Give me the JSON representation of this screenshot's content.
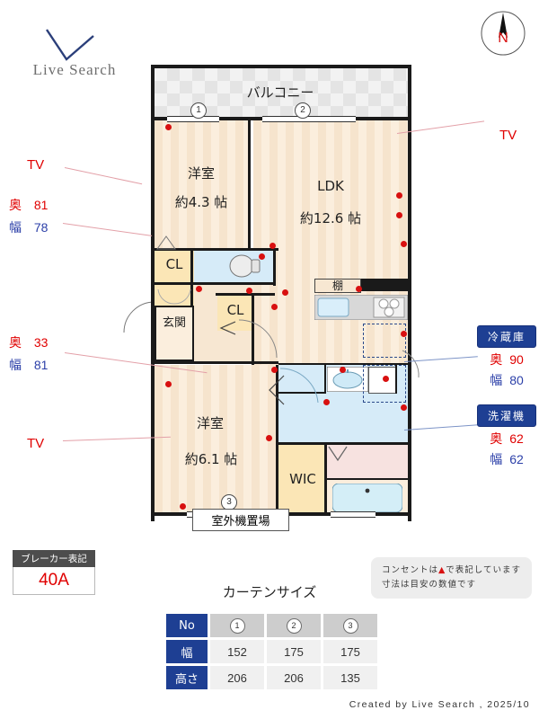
{
  "brand": {
    "name": "Live Search",
    "icon": "check-mark"
  },
  "compass": {
    "label": "N"
  },
  "plan": {
    "balcony": {
      "label": "バルコニー"
    },
    "rooms": [
      {
        "name": "洋室",
        "size": "約4.3 帖"
      },
      {
        "name": "LDK",
        "size": "約12.6 帖"
      },
      {
        "name": "洋室",
        "size": "約6.1 帖"
      }
    ],
    "closet_label": "CL",
    "closet_label2": "CL",
    "wic_label": "WIC",
    "entrance_label": "玄関",
    "shelf_label": "棚",
    "outdoor_unit_label": "室外機置場",
    "window_numbers": [
      "1",
      "2",
      "3"
    ]
  },
  "callouts": {
    "tv_top_left": "TV",
    "tv_top_right": "TV",
    "tv_bottom_left": "TV",
    "dim_upper": {
      "depth_label": "奥",
      "depth": "81",
      "width_label": "幅",
      "width": "78"
    },
    "dim_lower": {
      "depth_label": "奥",
      "depth": "33",
      "width_label": "幅",
      "width": "81"
    }
  },
  "appliances": [
    {
      "title": "冷蔵庫",
      "depth_label": "奥",
      "depth": "90",
      "width_label": "幅",
      "width": "80"
    },
    {
      "title": "洗濯機",
      "depth_label": "奥",
      "depth": "62",
      "width_label": "幅",
      "width": "62"
    }
  ],
  "breaker": {
    "title": "ブレーカー表記",
    "value": "40A"
  },
  "note": {
    "line1_pre": "コンセントは",
    "line1_mark": "▲",
    "line1_post": "で表記しています",
    "line2": "寸法は目安の数値です"
  },
  "curtain": {
    "title": "カーテンサイズ",
    "row_headers": [
      "No",
      "幅",
      "高さ"
    ],
    "numbers": [
      "1",
      "2",
      "3"
    ],
    "widths": [
      "152",
      "175",
      "175"
    ],
    "heights": [
      "206",
      "206",
      "135"
    ]
  },
  "credit": "Created by Live Search , 2025/10",
  "colors": {
    "accent_red": "#e00000",
    "accent_blue": "#2b3fa8",
    "header_blue": "#1e3f93",
    "wall": "#1a1a1a"
  }
}
